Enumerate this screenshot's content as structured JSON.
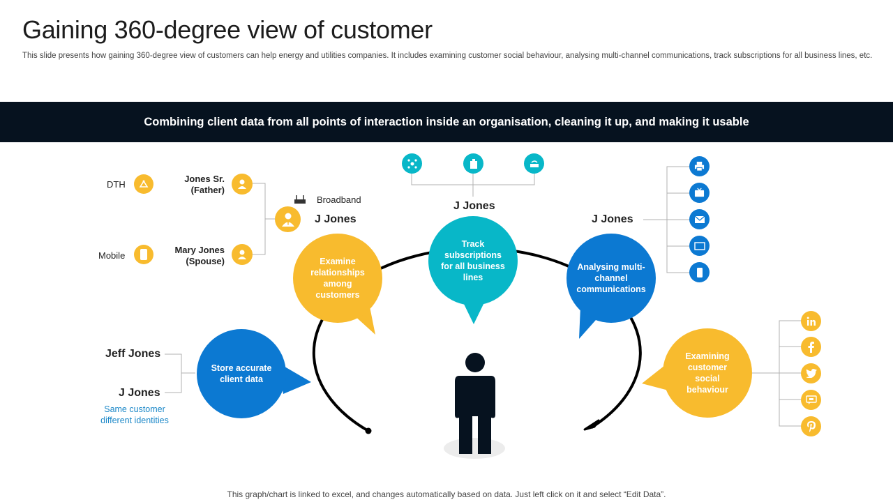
{
  "header": {
    "title": "Gaining 360-degree view of customer",
    "subtitle": "This slide presents how gaining 360-degree view of customers can help energy and utilities companies. It includes examining customer social behaviour, analysing multi-channel communications, track subscriptions for all business lines, etc."
  },
  "banner": {
    "text": "Combining client data from all points of interaction inside an organisation, cleaning it up, and making it usable"
  },
  "bubbles": {
    "relationships": "Examine relationships among customers",
    "subscriptions": "Track subscriptions for all business lines",
    "communications": "Analysing multi-channel communications",
    "store": "Store accurate client data",
    "social": "Examining customer social behaviour"
  },
  "relationships_branch": {
    "dth": "DTH",
    "mobile": "Mobile",
    "father": "Jones Sr. (Father)",
    "spouse": "Mary Jones (Spouse)",
    "broadband": "Broadband",
    "name": "J Jones"
  },
  "subscriptions_branch": {
    "name": "J Jones"
  },
  "communications_branch": {
    "name": "J Jones"
  },
  "identities_branch": {
    "name1": "Jeff Jones",
    "name2": "J Jones",
    "note": "Same customer different identities"
  },
  "colors": {
    "yellow": "#f8bb2e",
    "blue": "#0c79d2",
    "teal": "#08b7c8",
    "banner": "#06121f"
  },
  "icons": {
    "dth": "satellite-dish-icon",
    "mobile": "mobile-phone-icon",
    "father": "person-icon",
    "spouse": "person-icon",
    "broadband": "router-icon",
    "customer": "businessman-icon",
    "sub1": "network-icon",
    "sub2": "building-icon",
    "sub3": "router-icon",
    "comm1": "printer-icon",
    "comm2": "television-icon",
    "comm3": "email-icon",
    "comm4": "monitor-icon",
    "comm5": "smartphone-icon",
    "social1": "linkedin-icon",
    "social2": "facebook-icon",
    "social3": "twitter-icon",
    "social4": "chat-icon",
    "social5": "pinterest-icon",
    "center": "person-silhouette-icon"
  },
  "footer": {
    "text": "This graph/chart is linked to excel, and changes automatically based on data. Just left click on it and select “Edit Data”."
  }
}
